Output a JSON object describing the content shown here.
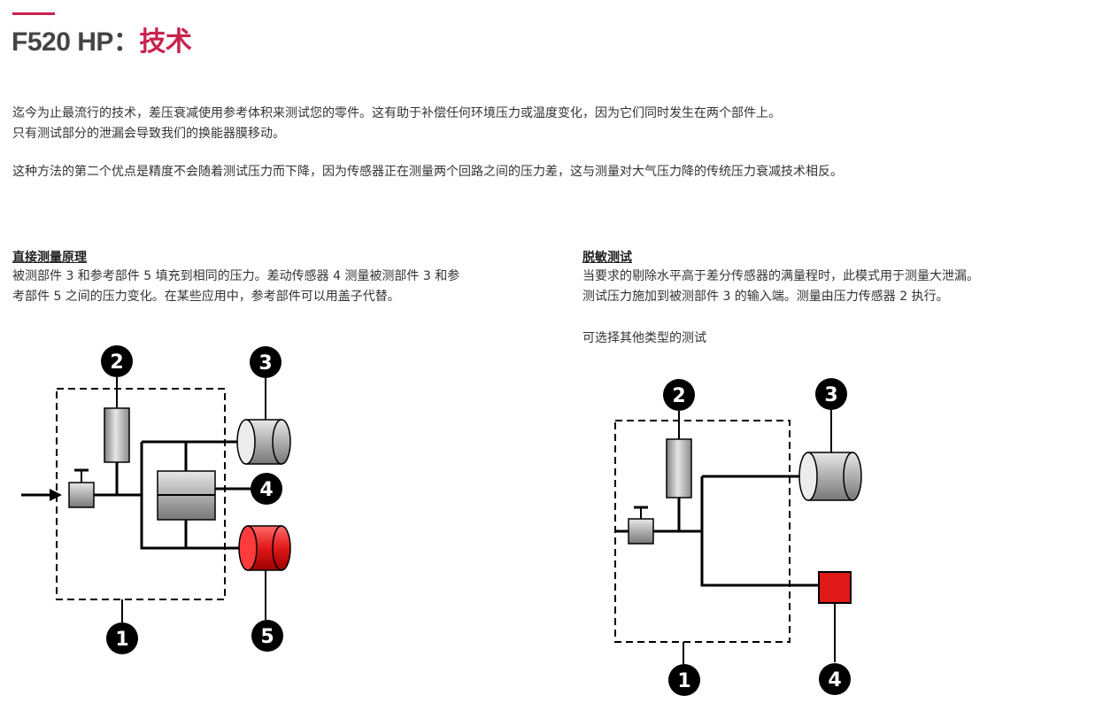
{
  "header": {
    "title_main": "F520 HP：",
    "title_highlight": "技术"
  },
  "intro": {
    "line1": "迄今为止最流行的技术，差压衰减使用参考体积来测试您的零件。这有助于补偿任何环境压力或温度变化，因为它们同时发生在两个部件上。",
    "line2": "只有测试部分的泄漏会导致我们的换能器膜移动。",
    "paragraph2": "这种方法的第二个优点是精度不会随着测试压力而下降，因为传感器正在测量两个回路之间的压力差，这与测量对大气压力降的传统压力衰减技术相反。"
  },
  "left_section": {
    "heading": "直接测量原理",
    "line1": "被测部件 3 和参考部件 5 填充到相同的压力。差动传感器 4 测量被测部件 3 和参",
    "line2": "考部件 5 之间的压力变化。在某些应用中，参考部件可以用盖子代替。",
    "diagram_labels": [
      "1",
      "2",
      "3",
      "4",
      "5"
    ]
  },
  "right_section": {
    "heading": "脱敏测试",
    "line1": "当要求的剔除水平高于差分传感器的满量程时，此模式用于测量大泄漏。",
    "line2": "测试压力施加到被测部件 3 的输入端。测量由压力传感器 2 执行。",
    "note": "可选择其他类型的测试",
    "diagram_labels": [
      "1",
      "2",
      "3",
      "4"
    ]
  },
  "colors": {
    "accent": "#c8234e",
    "reference_part": "#e01818",
    "component_gray": "#b0b0b0"
  }
}
